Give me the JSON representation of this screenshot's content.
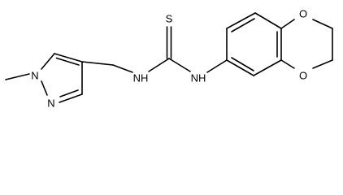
{
  "molecule": {
    "atoms": {
      "sulfur": "S",
      "thiourea_nh_left": "NH",
      "thiourea_nh_right": "NH",
      "pyrazole_n1": "N",
      "pyrazole_n2": "N",
      "dioxane_o_top": "O",
      "dioxane_o_bottom": "O"
    }
  }
}
